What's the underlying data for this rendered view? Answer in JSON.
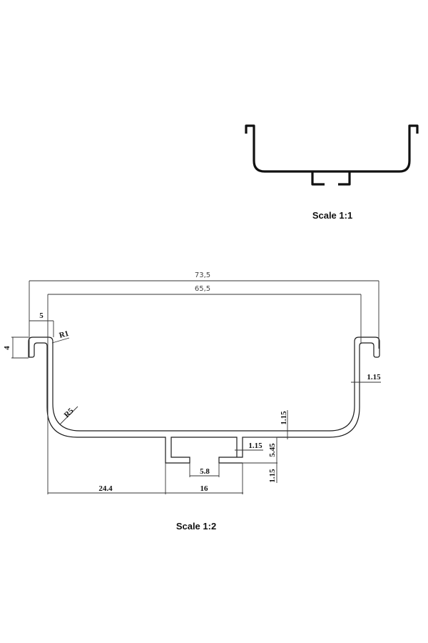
{
  "small_drawing": {
    "scale_label": "Scale 1:1"
  },
  "large_drawing": {
    "scale_label": "Scale 1:2",
    "dimensions": {
      "overall_width": "73,5",
      "inner_width": "65,5",
      "hook_width": "5",
      "hook_height": "4",
      "hook_radius": "R1",
      "corner_radius": "R5",
      "wall_thickness": "1.15",
      "base_thickness": "1.15",
      "slot_wall_thickness": "1.15",
      "slot_depth": "5.45",
      "slot_lip_thickness": "1.15",
      "slot_opening": "5.8",
      "offset_to_slot": "24.4",
      "slot_width": "16"
    }
  }
}
